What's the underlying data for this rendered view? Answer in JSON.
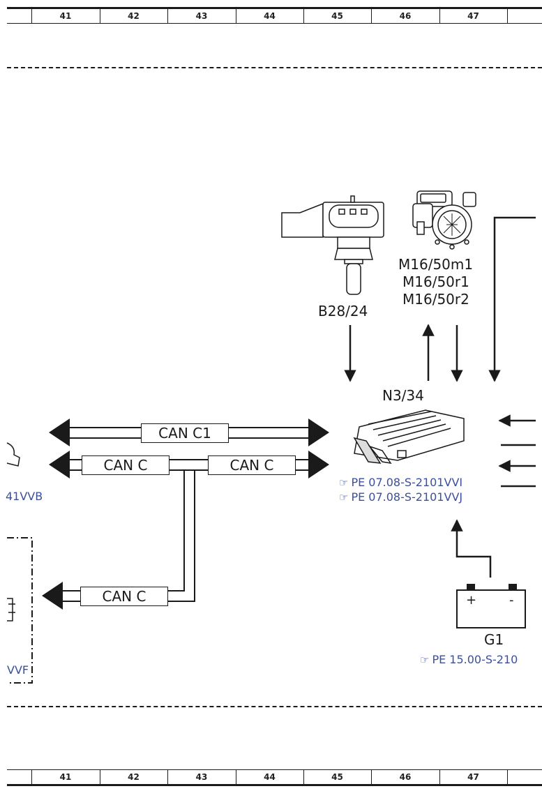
{
  "ruler": {
    "numbers": [
      "41",
      "42",
      "43",
      "44",
      "45",
      "46",
      "47"
    ]
  },
  "components": {
    "sensor": {
      "label": "B28/24"
    },
    "throttle": {
      "lines": [
        "M16/50m1",
        "M16/50r1",
        "M16/50r2"
      ]
    },
    "ecu": {
      "label": "N3/34"
    },
    "battery": {
      "label": "G1",
      "plus": "+",
      "minus": "-"
    }
  },
  "can": {
    "c1": "CAN C1",
    "c_left": "CAN C",
    "c_right": "CAN C",
    "c_lower": "CAN C"
  },
  "refs": {
    "ecu_ref1": "PE 07.08-S-2101VVI",
    "ecu_ref2": "PE 07.08-S-2101VVJ",
    "battery_ref": "PE 15.00-S-210",
    "left_ref_top": "41VVB",
    "left_ref_bottom": "VVF"
  },
  "colors": {
    "line": "#1a1a1a",
    "reference": "#3b4f9c"
  }
}
